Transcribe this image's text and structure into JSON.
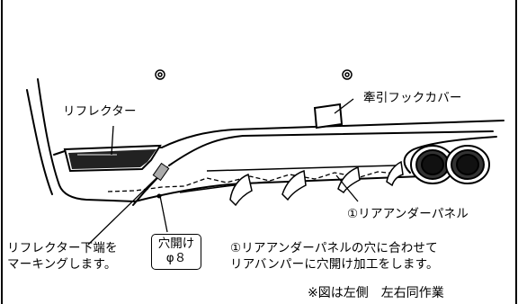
{
  "labels": {
    "reflector": "リフレクター",
    "tow_hook_cover": "牽引フックカバー",
    "rear_under_panel": "①リアアンダーパネル",
    "marking_line1": "リフレクター下端を",
    "marking_line2": "マーキングします。",
    "hole_title": "穴開け",
    "hole_size": "φ８",
    "instruction_line1": "①リアアンダーパネルの穴に合わせて",
    "instruction_line2": "リアバンパーに穴開け加工をします。",
    "footnote": "※図は左側　左右同作業"
  },
  "icons": [
    "bolt-mark-icon",
    "bolt-mark-icon"
  ]
}
